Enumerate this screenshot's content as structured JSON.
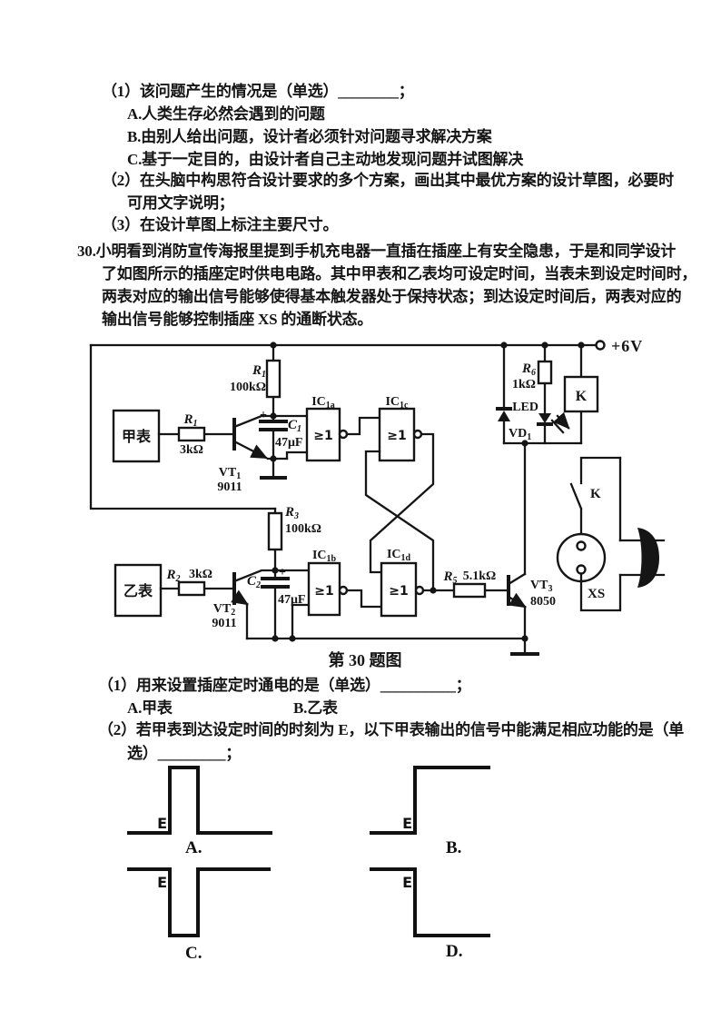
{
  "prelude": {
    "item1": "（1）该问题产生的情况是（单选）________；",
    "option_a": "A.人类生存必然会遇到的问题",
    "option_b": "B.由别人给出问题，设计者必须针对问题寻求解决方案",
    "option_c": "C.基于一定目的，由设计者自己主动地发现问题并试图解决",
    "item2_line1": "（2）在头脑中构思符合设计要求的多个方案，画出其中最优方案的设计草图，必要时",
    "item2_line2": "可用文字说明；",
    "item3": "（3）在设计草图上标注主要尺寸。"
  },
  "q30": {
    "stem_line1": "30.小明看到消防宣传海报里提到手机充电器一直插在插座上有安全隐患，于是和同学设计",
    "stem_line2": "了如图所示的插座定时供电电路。其中甲表和乙表均可设定时间，当表未到设定时间时，",
    "stem_line3": "两表对应的输出信号能够使得基本触发器处于保持状态；到达设定时间后，两表对应的",
    "stem_line4": "输出信号能够控制插座 XS 的通断状态。",
    "figure_caption": "第 30 题图",
    "sub1_text": "（1）用来设置插座定时通电的是（单选）__________；",
    "sub1_option_a": "A.甲表",
    "sub1_option_b": "B.乙表",
    "sub2_line1": "（2）若甲表到达设定时间的时刻为 E，以下甲表输出的信号中能满足相应功能的是（单",
    "sub2_line2": "选）_________；"
  },
  "circuit": {
    "supply_label": "+6V",
    "meter_a": "甲表",
    "meter_b": "乙表",
    "gate_symbol": "≥1",
    "polarity": "+",
    "components": {
      "r1_pullup": {
        "base": "R",
        "sub": "1",
        "value": "100kΩ"
      },
      "r1_base": {
        "base": "R",
        "sub": "1",
        "value": "3kΩ"
      },
      "vt1": {
        "base": "VT",
        "sub": "1",
        "value": "9011"
      },
      "c1": {
        "base": "C",
        "sub": "1",
        "value": "47μF"
      },
      "ic1a": {
        "base": "IC",
        "sub": "1a"
      },
      "ic1b": {
        "base": "IC",
        "sub": "1b"
      },
      "ic1c": {
        "base": "IC",
        "sub": "1c"
      },
      "ic1d": {
        "base": "IC",
        "sub": "1d"
      },
      "r2": {
        "base": "R",
        "sub": "2",
        "value": "3kΩ"
      },
      "r3": {
        "base": "R",
        "sub": "3",
        "value": "100kΩ"
      },
      "r5": {
        "base": "R",
        "sub": "5",
        "value": "5.1kΩ"
      },
      "r6": {
        "base": "R",
        "sub": "6",
        "value": "1kΩ"
      },
      "vt2": {
        "base": "VT",
        "sub": "2",
        "value": "9011"
      },
      "vt3": {
        "base": "VT",
        "sub": "3",
        "value": "8050"
      },
      "c2": {
        "base": "C",
        "sub": "2",
        "value": "47μF"
      },
      "vd1": {
        "base": "VD",
        "sub": "1"
      },
      "led_label": "LED",
      "relay_coil": "K",
      "relay_contact": "K",
      "socket": "XS"
    }
  },
  "waveforms": {
    "edge_label": "E",
    "options": [
      {
        "label": "A.",
        "shape": "low baseline, positive pulse at E, returns low"
      },
      {
        "label": "B.",
        "shape": "low baseline, steps high at E and stays high"
      },
      {
        "label": "C.",
        "shape": "high baseline, negative pulse at E, returns high"
      },
      {
        "label": "D.",
        "shape": "high baseline, steps low at E and stays low"
      }
    ]
  }
}
